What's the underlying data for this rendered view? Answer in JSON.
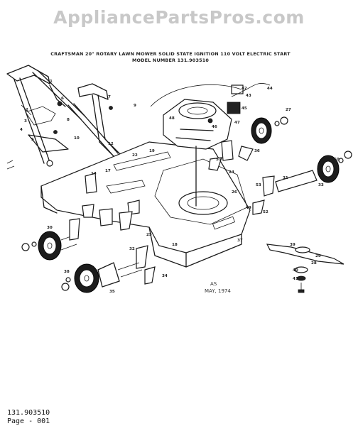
{
  "watermark": "AppliancePartsPros.com",
  "header": {
    "line1": "CRAFTSMAN 20\" ROTARY LAWN MOWER SOLID STATE IGNITION 110 VOLT ELECTRIC START",
    "line2": "MODEL NUMBER 131.903510"
  },
  "callouts": {
    "c1": "1",
    "c2": "2",
    "c3": "3",
    "c4": "4",
    "c5": "5",
    "c6": "6",
    "c7": "7",
    "c8": "8",
    "c9": "9",
    "c10": "10",
    "c12": "12",
    "c14": "14",
    "c17": "17",
    "c18": "18",
    "c19": "19",
    "c22": "22",
    "c24": "24",
    "c25": "25",
    "c26": "26",
    "c27": "27",
    "c28": "28",
    "c29": "29",
    "c30": "30",
    "c31": "31",
    "c32": "32",
    "c33": "33",
    "c34": "34",
    "c35": "35",
    "c36": "36",
    "c37": "37",
    "c38": "38",
    "c39": "39",
    "c40": "40",
    "c41": "41",
    "c42": "42",
    "c43": "43",
    "c44": "44",
    "c45": "45",
    "c46": "46",
    "c47": "47",
    "c48": "48",
    "c49": "49",
    "c50": "50",
    "c51": "51",
    "c52": "52",
    "c53": "53"
  },
  "date_note": {
    "line1": "AS",
    "line2": "MAY, 1974"
  },
  "footer": {
    "model": "131.903510",
    "page": "Page - 001"
  }
}
